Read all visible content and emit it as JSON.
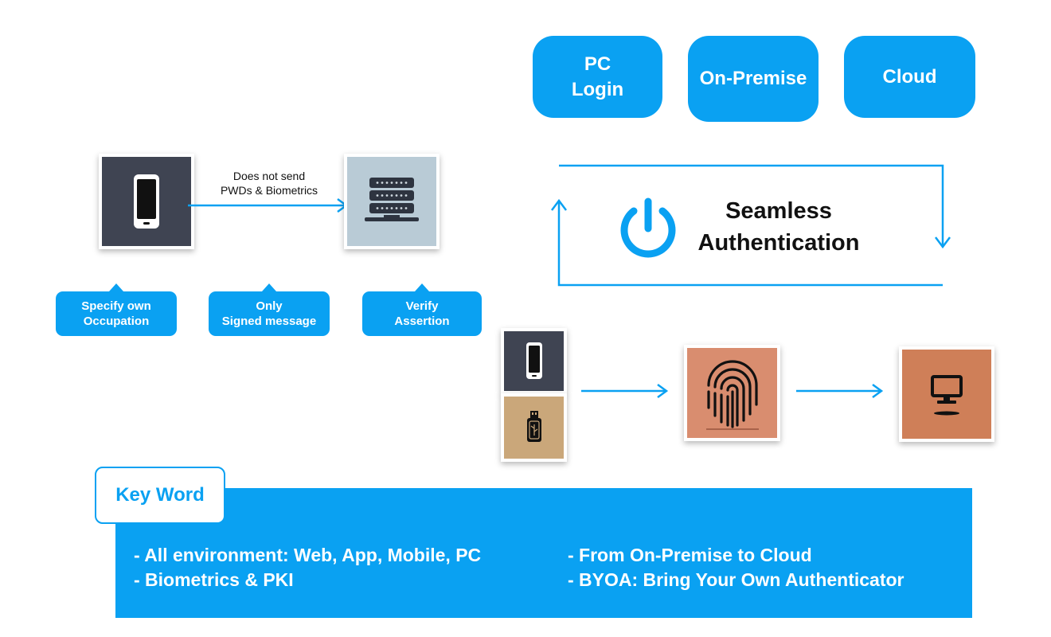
{
  "environments": [
    {
      "label": "PC\nLogin"
    },
    {
      "label": "On-Premise"
    },
    {
      "label": "Cloud"
    }
  ],
  "flow": {
    "arrow_label": "Does not send\nPWDs & Biometrics",
    "steps": [
      {
        "label": "Specify own\nOccupation"
      },
      {
        "label": "Only\nSigned message"
      },
      {
        "label": "Verify\nAssertion"
      }
    ]
  },
  "seamless": {
    "title": "Seamless\nAuthentication",
    "icon": "power-icon"
  },
  "authenticators": {
    "devices": [
      "phone-icon",
      "usb-key-icon"
    ],
    "middle": "fingerprint-icon",
    "target": "monitor-icon"
  },
  "keyword": {
    "title": "Key Word",
    "items": [
      "- All environment: Web, App, Mobile, PC",
      "- Biometrics & PKI",
      "- From On-Premise to Cloud",
      "- BYOA: Bring Your Own Authenticator"
    ]
  },
  "colors": {
    "accent": "#0aa1f2",
    "phone_bg": "#3f4452",
    "server_bg": "#b9cbd6",
    "usb_bg": "#caa77a",
    "fingerprint_bg": "#d98d6f",
    "monitor_bg": "#cf7f58"
  }
}
